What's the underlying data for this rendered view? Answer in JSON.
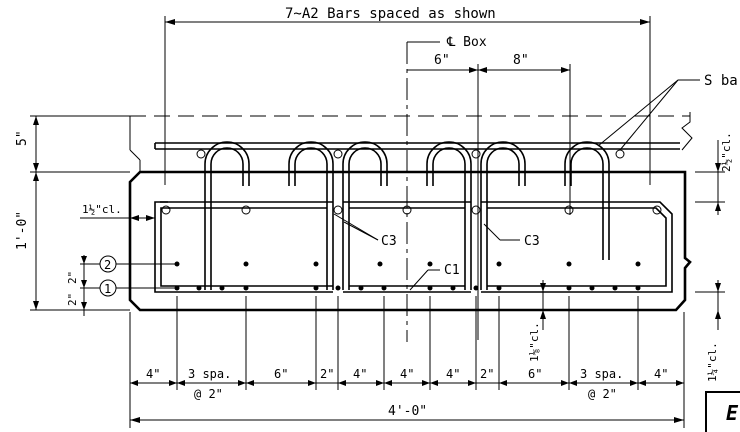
{
  "labels": {
    "top_bars": "7~A2 Bars spaced as shown",
    "centerline": "℄ Box",
    "s_bars": "S bars",
    "c3_left": "C3",
    "c3_right": "C3",
    "c1": "C1",
    "clear_top": "2½\"cl.",
    "clear_left": "1½\"cl.",
    "clear_bottom_right": "1¼\"cl.",
    "clear_bottom_mid": "1⅛\"cl.",
    "depth_top": "5\"",
    "depth_slab": "1'-0\"",
    "dim_2a": "2\"",
    "dim_2b": "2\"",
    "circle_1": "1",
    "circle_2": "2",
    "spacing_6": "6\"",
    "spacing_8": "8\"",
    "bottom_dims": [
      "4\"",
      "3 spa.",
      "6\"",
      "2\"",
      "4\"",
      "4\"",
      "4\"",
      "2\"",
      "6\"",
      "3 spa.",
      "4\""
    ],
    "bottom_at_left": "@ 2\"",
    "bottom_at_right": "@ 2\"",
    "overall": "4'-0\"",
    "corner_letter": "E"
  }
}
